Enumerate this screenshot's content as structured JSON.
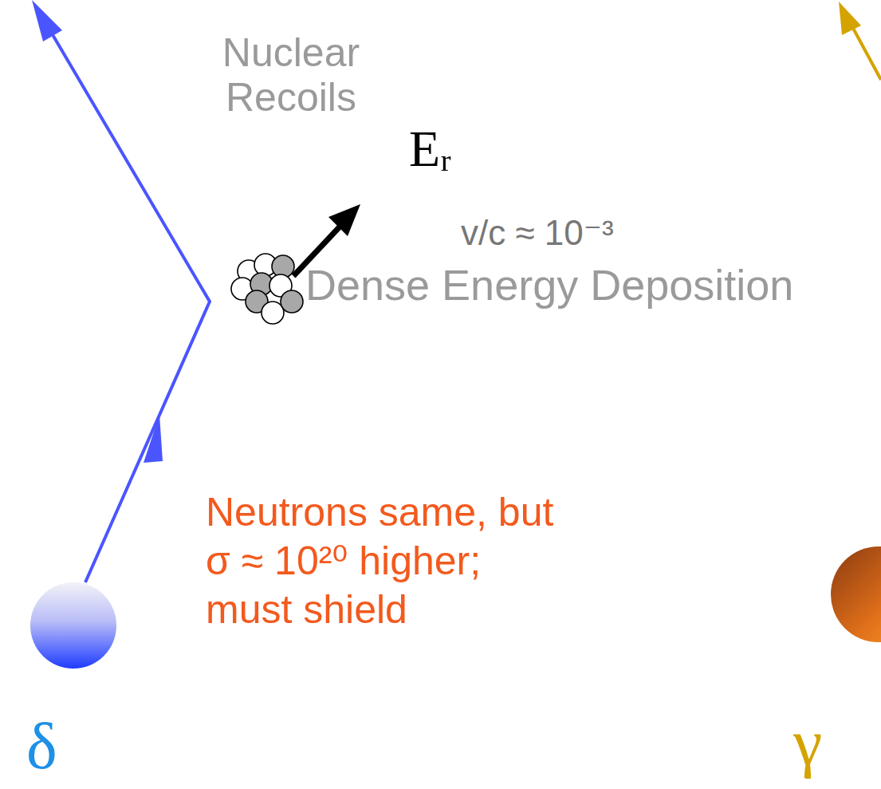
{
  "diagram": {
    "labels": [
      "Nuclear Recoils",
      "Eᵣ",
      "v/c ≈ 10⁻³",
      "Dense Energy Deposition",
      "Neutrons same, but σ ≈ 10²⁰ higher; must shield",
      "δ",
      "γ"
    ]
  }
}
